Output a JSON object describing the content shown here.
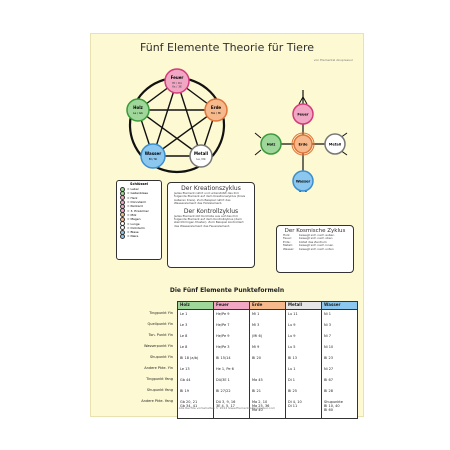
{
  "title": "Fünf Elemente Theorie für Tiere",
  "subtitle": "von Elemental Akupressur",
  "elements": {
    "feuer": {
      "name": "Feuer",
      "sub": "Ht / Dü\nKs / 3E",
      "color": "#f1a7c4",
      "ring": "#d33c7a"
    },
    "erde": {
      "name": "Erde",
      "sub": "Ma / Mi",
      "color": "#f6b98c",
      "ring": "#e0743a"
    },
    "metall": {
      "name": "Metall",
      "sub": "Lu / Di",
      "color": "#ffffff",
      "ring": "#777777"
    },
    "wasser": {
      "name": "Wasser",
      "sub": "Bl / Ni",
      "color": "#8cc7ef",
      "ring": "#3b8fcf"
    },
    "holz": {
      "name": "Holz",
      "sub": "Le / Gb",
      "color": "#9fd69a",
      "ring": "#3b9a3b"
    }
  },
  "legend": {
    "title": "Schlüssel",
    "items": [
      {
        "label": "= Leber",
        "color": "#9fd69a"
      },
      {
        "label": "= Gallenblase",
        "color": "#9fd69a"
      },
      {
        "label": "= Herz",
        "color": "#f1a7c4"
      },
      {
        "label": "= Dünndarm",
        "color": "#f1a7c4"
      },
      {
        "label": "= Perikard",
        "color": "#f1a7c4"
      },
      {
        "label": "= 3. Erwärmer",
        "color": "#f1a7c4"
      },
      {
        "label": "= Milz",
        "color": "#f6b98c"
      },
      {
        "label": "= Magen",
        "color": "#f6b98c"
      },
      {
        "label": "= Lunge",
        "color": "#ffffff"
      },
      {
        "label": "= Dickdarm",
        "color": "#ffffff"
      },
      {
        "label": "= Blase",
        "color": "#8cc7ef"
      },
      {
        "label": "= Niere",
        "color": "#8cc7ef"
      }
    ]
  },
  "cycles": {
    "kreation_title": "Der Kreationszyklus",
    "kreation_text": "Jedes Element nährt und unterstützt das ihm folgende Element auf dem Kreationszyklus (Kreis äußeren Kreis). Zum Beispiel nährt das Wasserelement das Holzelement.",
    "kontroll_title": "Der Kontrollzyklus",
    "kontroll_text": "Jedes Element übt Kontrolle aus auf das ihm folgende Element auf dem Kontrollzyklus (dem sternförmigen Muster). Zum Beispiel kontrolliert das Wasserelement das Feuerelement."
  },
  "kosmisch": {
    "title": "Der Kosmische Zyklus",
    "rows": [
      {
        "el": "Holz:",
        "text": "bewegt sich nach außen"
      },
      {
        "el": "Feuer:",
        "text": "bewegt sich nach oben"
      },
      {
        "el": "Erde:",
        "text": "bildet das Zentrum"
      },
      {
        "el": "Metall:",
        "text": "bewegt sich nach innen"
      },
      {
        "el": "Wasser:",
        "text": "bewegt sich nach unten"
      }
    ]
  },
  "table": {
    "title": "Die Fünf Elemente Punkteformeln",
    "headers": [
      {
        "label": "Holz",
        "color": "#9fd69a"
      },
      {
        "label": "Feuer",
        "color": "#f1a7c4"
      },
      {
        "label": "Erde",
        "color": "#f6b98c"
      },
      {
        "label": "Metall",
        "color": "#e6e6e6"
      },
      {
        "label": "Wasser",
        "color": "#8cc7ef"
      }
    ],
    "rows": [
      {
        "label": "Tingpunkt Yin",
        "cells": [
          "Le 1",
          "He/Pe 9",
          "Mi 1",
          "Lu 11",
          "Ni 1"
        ]
      },
      {
        "label": "Quellpunkt Yin",
        "cells": [
          "Le 3",
          "He/Pe 7",
          "Mi 3",
          "Lu 9",
          "Ni 3"
        ]
      },
      {
        "label": "Ton. Punkt Yin",
        "cells": [
          "Le 8",
          "He/Pe 9",
          "(Mi 6)",
          "Lu 9",
          "Ni 7"
        ]
      },
      {
        "label": "Wasserpunkt Yin",
        "cells": [
          "Le 8",
          "He/Pe 3",
          "Mi 9",
          "Lu 5",
          "Ni 10"
        ]
      },
      {
        "label": "Shupunkt Yin",
        "cells": [
          "Bl 18 (a/b)",
          "Bl 15/14",
          "Bl 20",
          "Bl 13",
          "Bl 23"
        ]
      },
      {
        "label": "Andere Pkte. Yin",
        "cells": [
          "Le 13",
          "He 1, Pe 6",
          "",
          "Lu 1",
          "Ni 27"
        ]
      },
      {
        "label": "Tingpunkt Yang",
        "cells": [
          "Gb 44",
          "Dü/3E 1",
          "Ma 45",
          "Di 1",
          "Bl 67"
        ]
      },
      {
        "label": "Shupunkt Yang",
        "cells": [
          "Bl 19",
          "Bl 27/22",
          "Bl 21",
          "Bl 25",
          "Bl 28"
        ]
      },
      {
        "label": "Andere Pkte. Yang",
        "cells": [
          "Gb 20, 21\nGb 34, 41",
          "Dü 3, 9, 16\n3E 4, 5, 17",
          "Ma 2, 10\nMa 25, 36\nMa 40",
          "Di 4, 10\nDi 11",
          "Shupunkte\nBl 10, 40\nBl 60"
        ]
      }
    ]
  },
  "footer": "Alle Rechte vorbehalten © 2012 www.ElementalAkupressur.com"
}
